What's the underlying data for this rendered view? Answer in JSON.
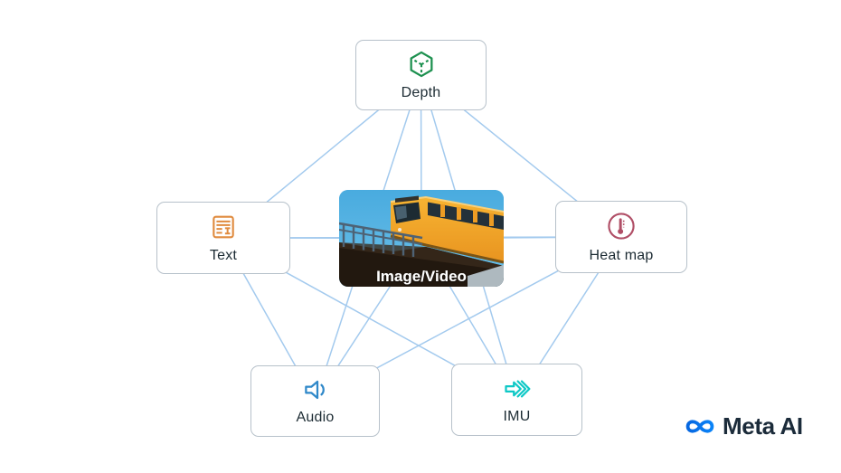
{
  "diagram": {
    "nodes": {
      "depth": {
        "label": "Depth",
        "icon": "depth-cube-icon",
        "icon_color": "#1e9150"
      },
      "text": {
        "label": "Text",
        "icon": "text-document-icon",
        "icon_color": "#e08b3f"
      },
      "image": {
        "label": "Image/Video",
        "icon": "train-photo",
        "icon_color": "#f2a02c"
      },
      "heatmap": {
        "label": "Heat map",
        "icon": "thermometer-circle-icon",
        "icon_color": "#b04e66"
      },
      "audio": {
        "label": "Audio",
        "icon": "speaker-icon",
        "icon_color": "#2f88c9"
      },
      "imu": {
        "label": "IMU",
        "icon": "motion-arrows-icon",
        "icon_color": "#0ec8c6"
      }
    },
    "edges": [
      [
        "depth",
        "text"
      ],
      [
        "depth",
        "image"
      ],
      [
        "depth",
        "heatmap"
      ],
      [
        "depth",
        "audio"
      ],
      [
        "depth",
        "imu"
      ],
      [
        "text",
        "image"
      ],
      [
        "text",
        "heatmap"
      ],
      [
        "text",
        "audio"
      ],
      [
        "text",
        "imu"
      ],
      [
        "image",
        "heatmap"
      ],
      [
        "image",
        "audio"
      ],
      [
        "image",
        "imu"
      ],
      [
        "heatmap",
        "audio"
      ],
      [
        "heatmap",
        "imu"
      ]
    ],
    "edge_color": "#a3caee"
  },
  "branding": {
    "logo_text": "Meta AI",
    "logo_blue_start": "#0667E0",
    "logo_blue_end": "#0A83F8"
  }
}
